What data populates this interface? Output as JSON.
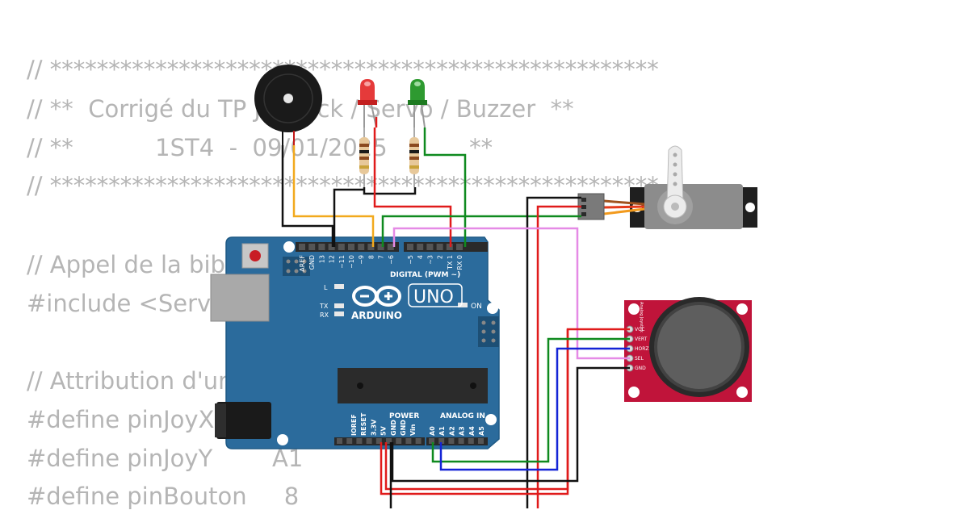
{
  "code_lines": [
    "// ****************************************************",
    "// **  Corrigé du TP Joystick / Servo / Buzzer  **",
    "// **           1ST4  -  09/01/2025           **",
    "// ****************************************************",
    "",
    "// Appel de la bibliothèque Servo",
    "#include <Servo.h>",
    "",
    "// Attribution d'un nom aux broches",
    "#define pinJoyX        A0",
    "#define pinJoyY        A1",
    "#define pinBouton     8"
  ],
  "board": {
    "model": "UNO",
    "brand": "ARDUINO",
    "digital_header": "DIGITAL (PWM ~)",
    "power_header": "POWER",
    "analog_header": "ANALOG IN",
    "on_label": "ON",
    "l_label": "L",
    "tx_label": "TX",
    "rx_label": "RX",
    "digital_pins": [
      "AREF",
      "GND",
      "13",
      "12",
      "~11",
      "~10",
      "~9",
      "8",
      "7",
      "~6",
      "~5",
      "4",
      "~3",
      "2",
      "TX 1",
      "RX 0"
    ],
    "power_pins": [
      "IOREF",
      "RESET",
      "3.3V",
      "5V",
      "GND",
      "GND",
      "Vin"
    ],
    "analog_pins": [
      "A0",
      "A1",
      "A2",
      "A3",
      "A4",
      "A5"
    ]
  },
  "joystick": {
    "pins": [
      "VCC",
      "VERT",
      "HORZ",
      "SEL",
      "GND"
    ],
    "title": "Analog Joystick"
  },
  "wire_colors": {
    "black": "#111111",
    "red": "#e01b1b",
    "green": "#0f8a1f",
    "blue": "#1424d6",
    "orange": "#f2a91d",
    "violet": "#e58ae6"
  }
}
